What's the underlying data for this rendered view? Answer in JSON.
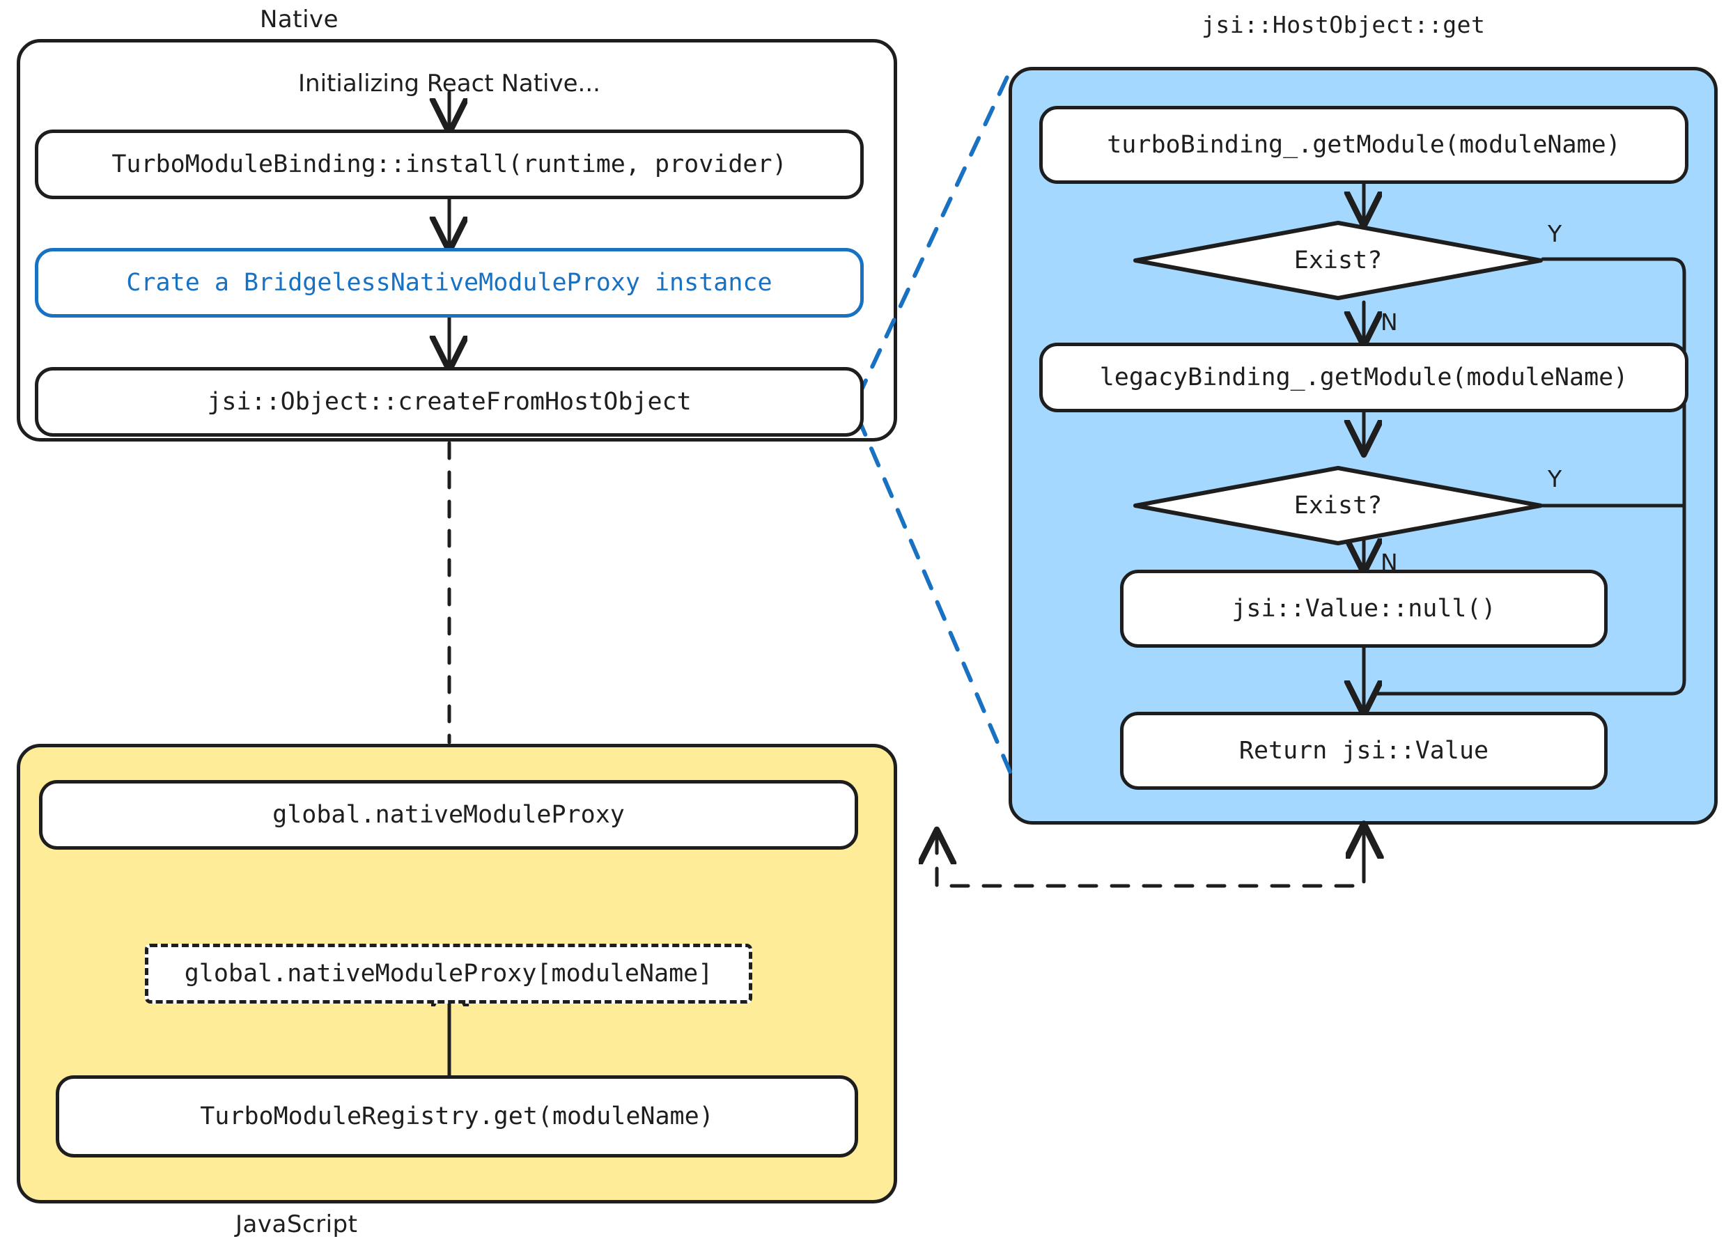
{
  "diagram": {
    "title_native": "Native",
    "title_js": "JavaScript",
    "title_hostobject": "jsi::HostObject::get",
    "colors": {
      "ink": "#1e1e1e",
      "accent_blue": "#1971c2",
      "panel_blue": "#a5d8ff",
      "panel_yellow": "#ffec99",
      "node_white": "#ffffff"
    }
  },
  "native": {
    "nodes": [
      {
        "id": "init",
        "text": "Initializing React Native..."
      },
      {
        "id": "install",
        "text": "TurboModuleBinding::install(runtime, provider)"
      },
      {
        "id": "proxy",
        "text": "Crate a BridgelessNativeModuleProxy instance"
      },
      {
        "id": "createhost",
        "text": "jsi::Object::createFromHostObject"
      }
    ]
  },
  "javascript": {
    "nodes": [
      {
        "id": "globalproxy",
        "text": "global.nativeModuleProxy"
      },
      {
        "id": "proxylookup",
        "text": "global.nativeModuleProxy[moduleName]"
      },
      {
        "id": "registryget",
        "text": "TurboModuleRegistry.get(moduleName)"
      }
    ]
  },
  "hostobject": {
    "nodes": [
      {
        "id": "turboget",
        "text": "turboBinding_.getModule(moduleName)"
      },
      {
        "id": "exist1",
        "text": "Exist?"
      },
      {
        "id": "legacyget",
        "text": "legacyBinding_.getModule(moduleName)"
      },
      {
        "id": "exist2",
        "text": "Exist?"
      },
      {
        "id": "valnull",
        "text": "jsi::Value::null()"
      },
      {
        "id": "returnval",
        "text": "Return jsi::Value"
      }
    ],
    "edge_labels": {
      "exist1_yes": "Y",
      "exist1_no": "N",
      "exist2_yes": "Y",
      "exist2_no": "N"
    }
  }
}
